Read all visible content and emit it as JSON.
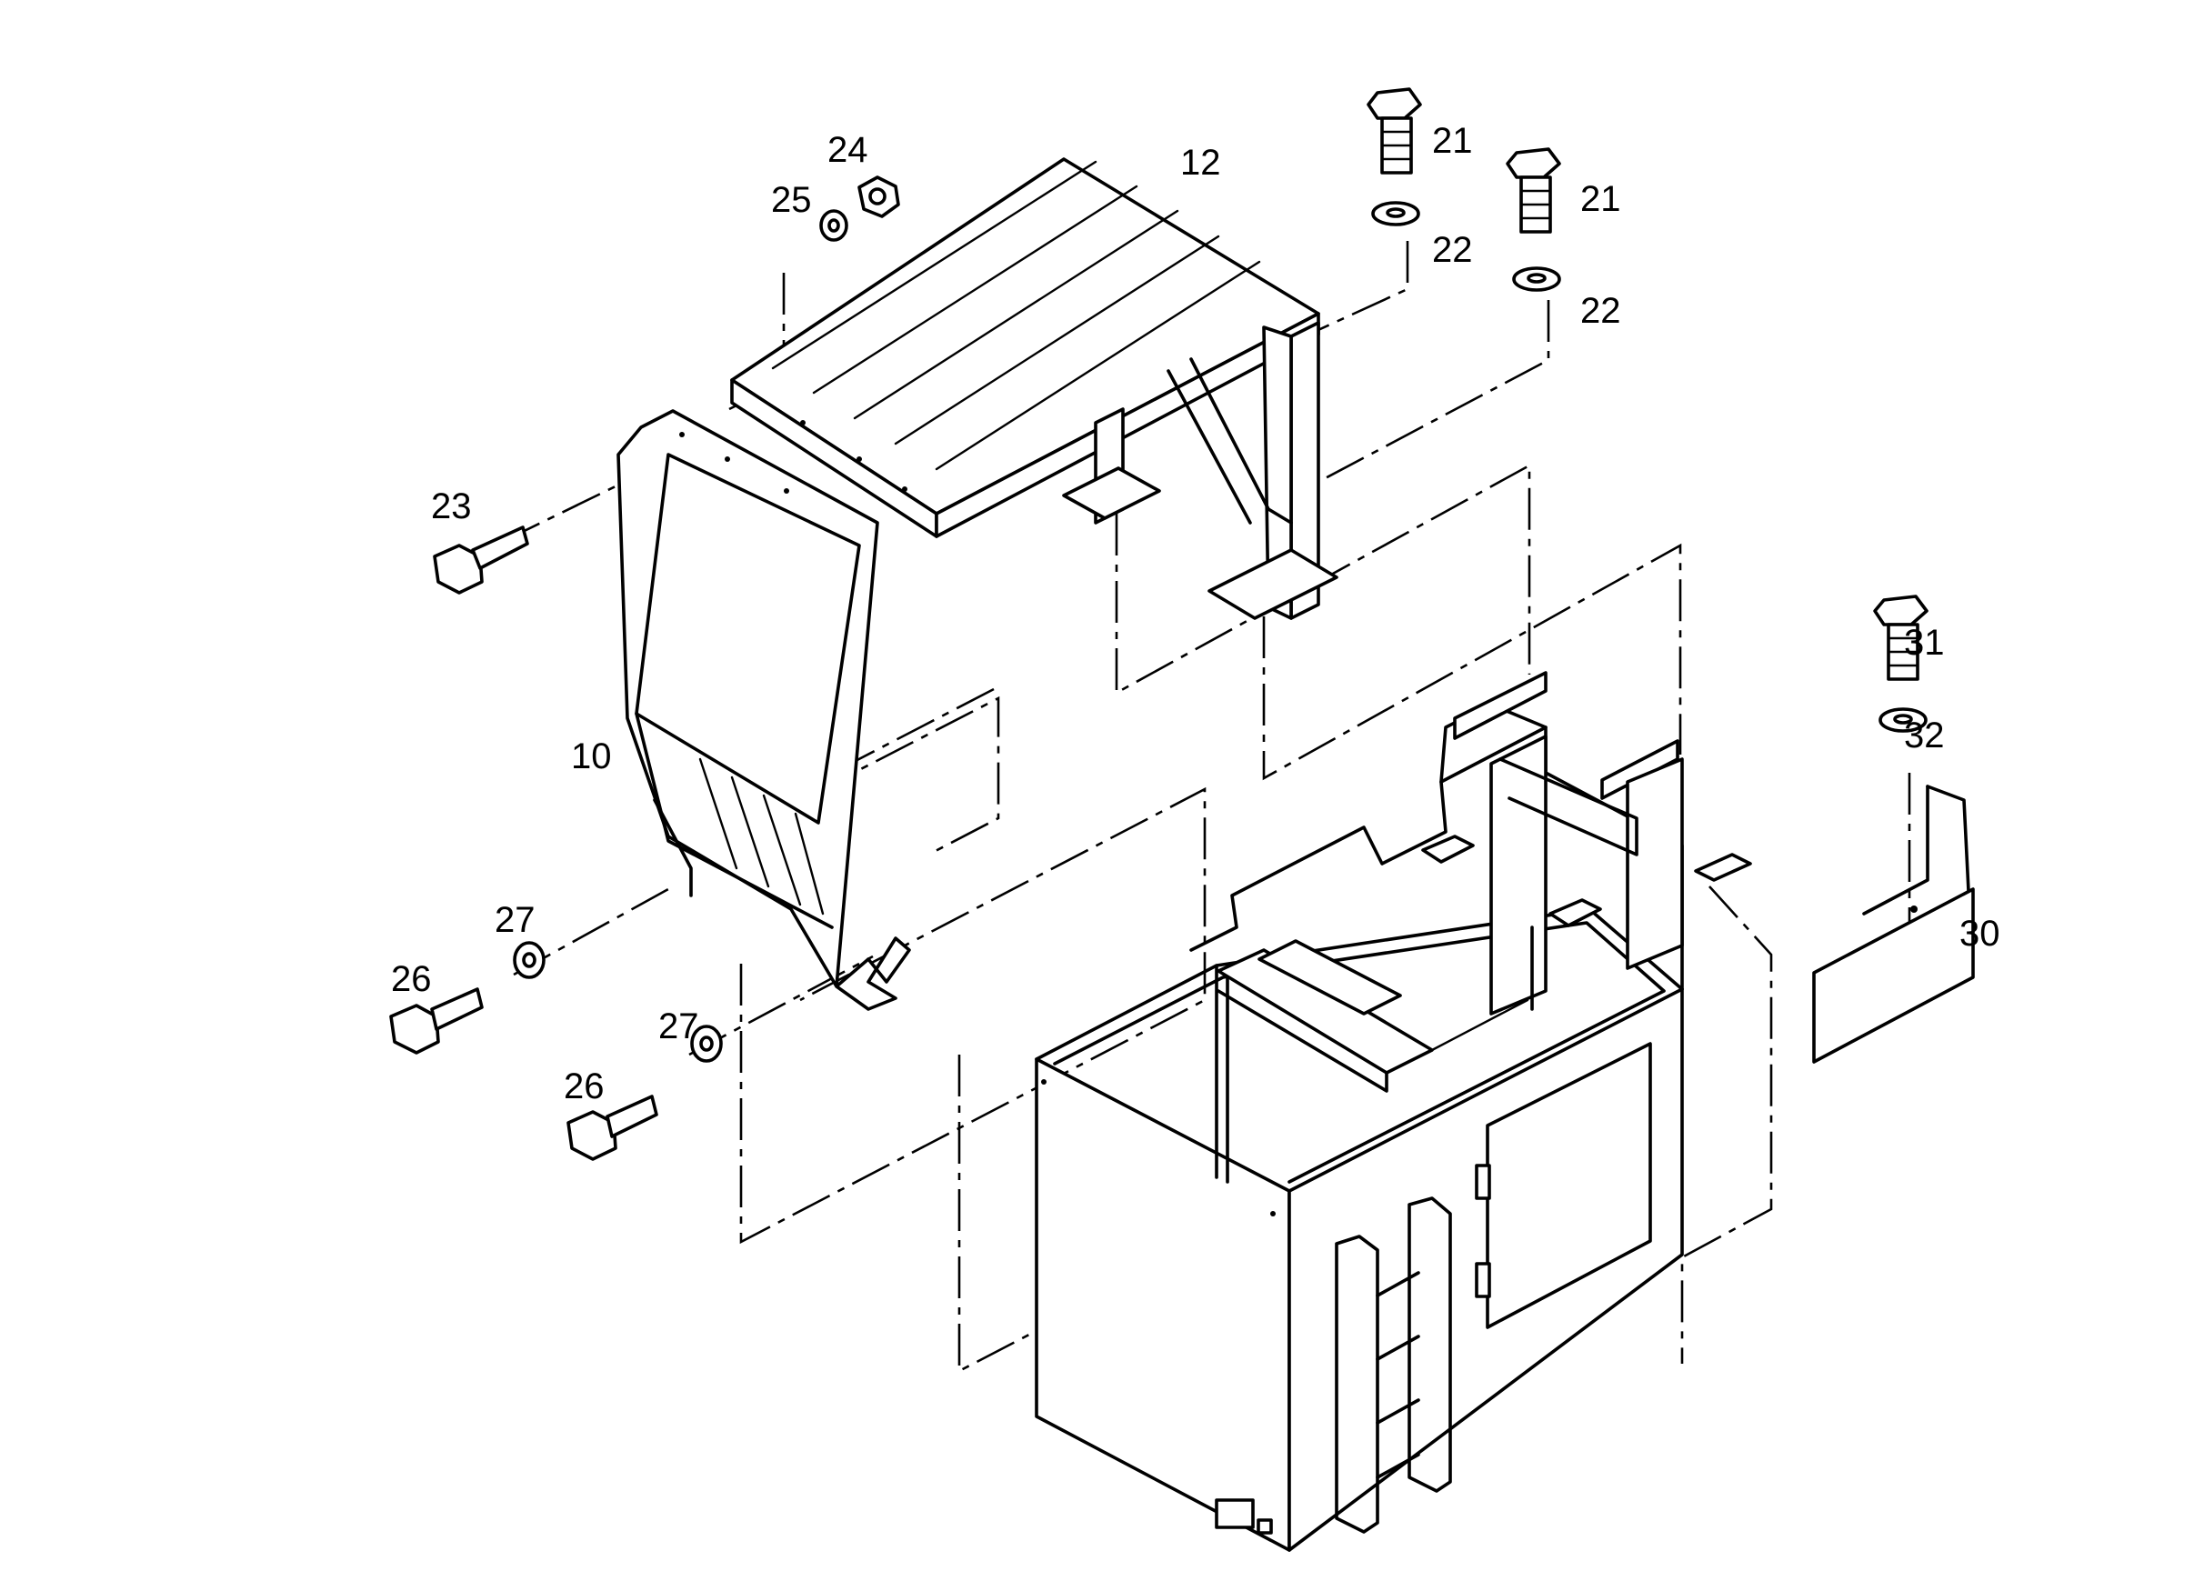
{
  "callouts": {
    "p10": "10",
    "p12": "12",
    "p21a": "21",
    "p21b": "21",
    "p22a": "22",
    "p22b": "22",
    "p23": "23",
    "p24": "24",
    "p25": "25",
    "p26a": "26",
    "p26b": "26",
    "p27a": "27",
    "p27b": "27",
    "p30": "30",
    "p31": "31",
    "p32": "32"
  }
}
